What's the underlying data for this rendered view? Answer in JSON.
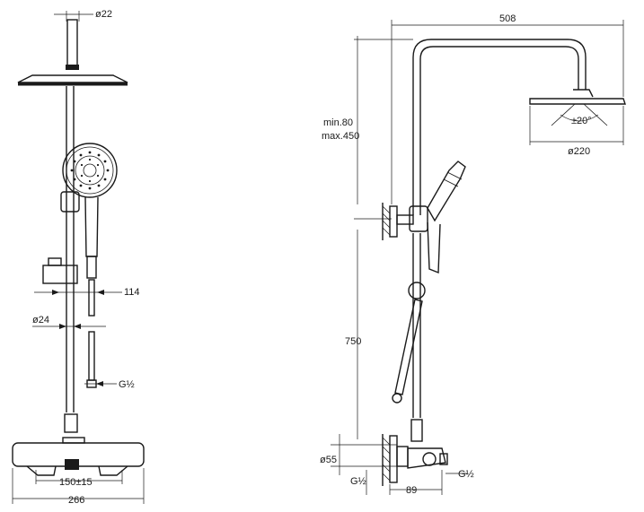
{
  "front_view": {
    "top_diameter": "ø22",
    "hand_offset": "114",
    "pipe_diameter": "ø24",
    "inlet_thread": "G½",
    "center_distance": "150±15",
    "overall_width": "266"
  },
  "side_view": {
    "arm_reach": "508",
    "height_adjust_min": "min.80",
    "height_adjust_max": "max.450",
    "head_tilt": "±20°",
    "head_diameter": "ø220",
    "riser_height": "750",
    "eccentric_diameter": "ø55",
    "inlet_thread_left": "G½",
    "inlet_thread_right": "G½",
    "wall_projection": "89"
  }
}
